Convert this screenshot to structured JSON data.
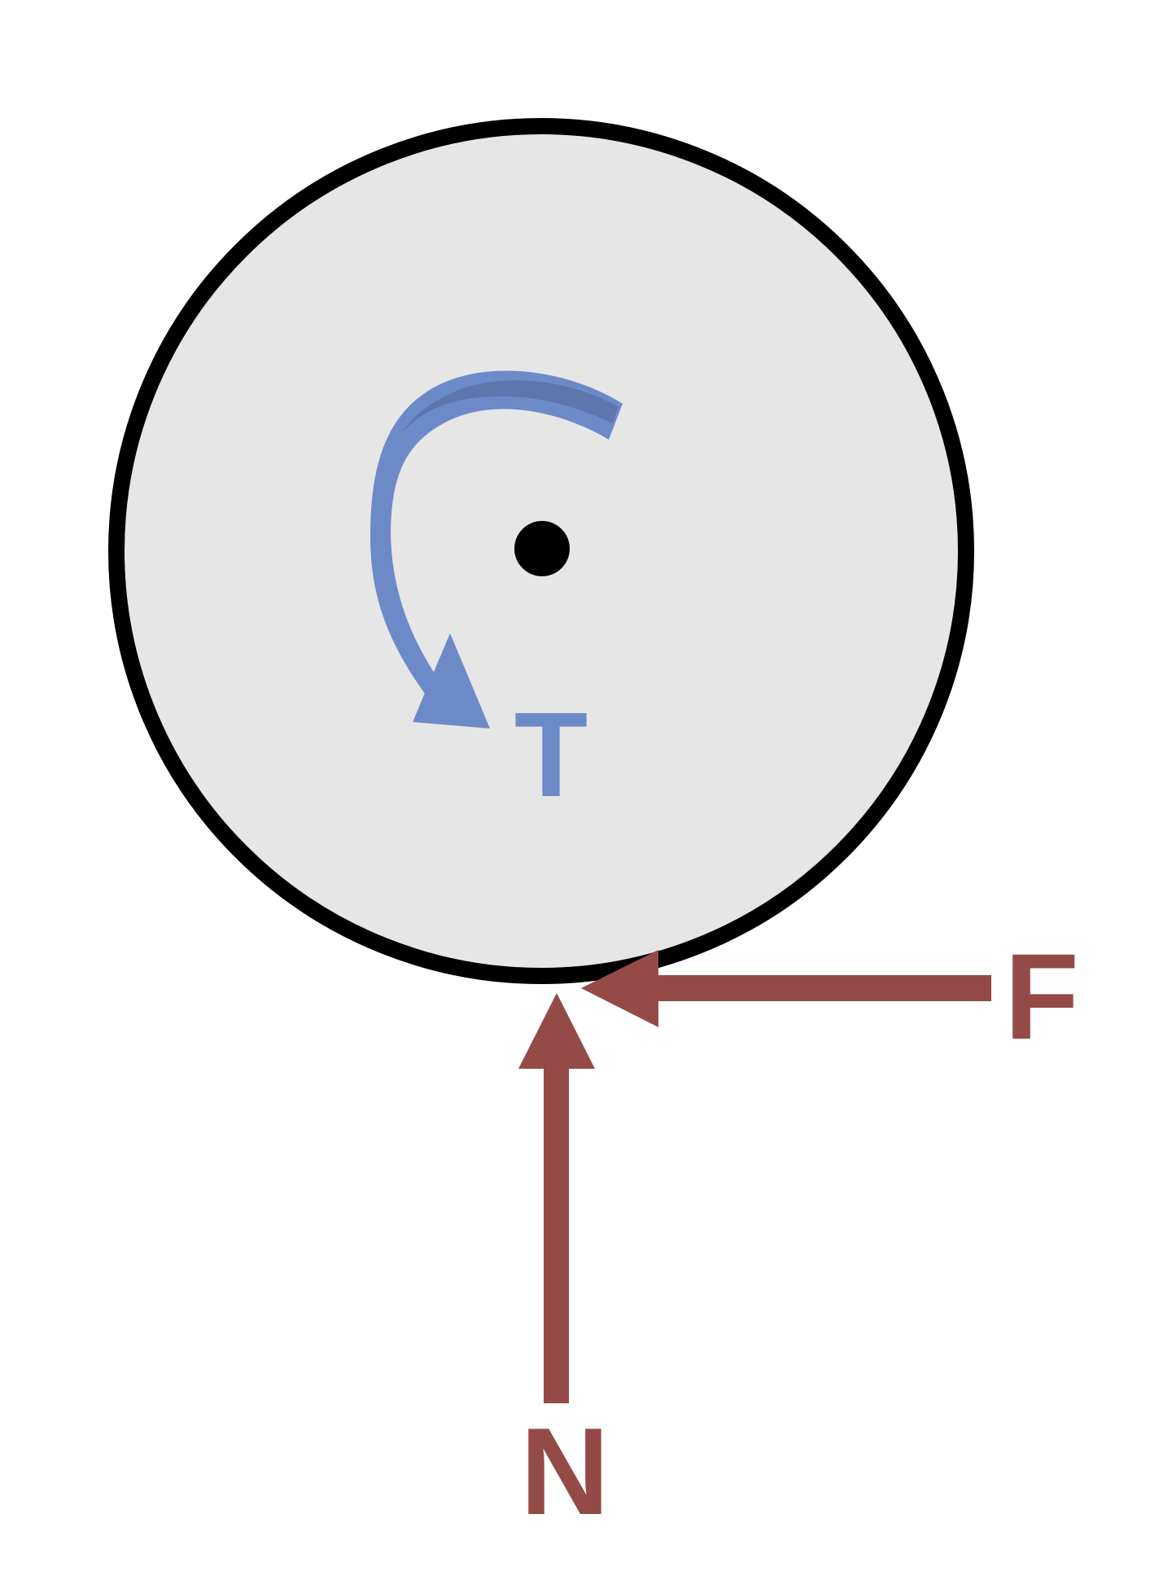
{
  "labels": {
    "torque": "T",
    "friction": "F",
    "normal": "N"
  },
  "colors": {
    "background": "#ffffff",
    "wheel_fill": "#e6e6e6",
    "wheel_outline": "#000000",
    "center_dot": "#000000",
    "torque": "#6d8ac8",
    "torque_shadow": "#5a72a8",
    "force": "#944a47"
  },
  "elements": {
    "wheel": "wheel",
    "center": "axle-dot",
    "torque_arrow": "curved-torque-arrow",
    "friction_arrow": "friction-force-arrow",
    "normal_arrow": "normal-force-arrow"
  }
}
